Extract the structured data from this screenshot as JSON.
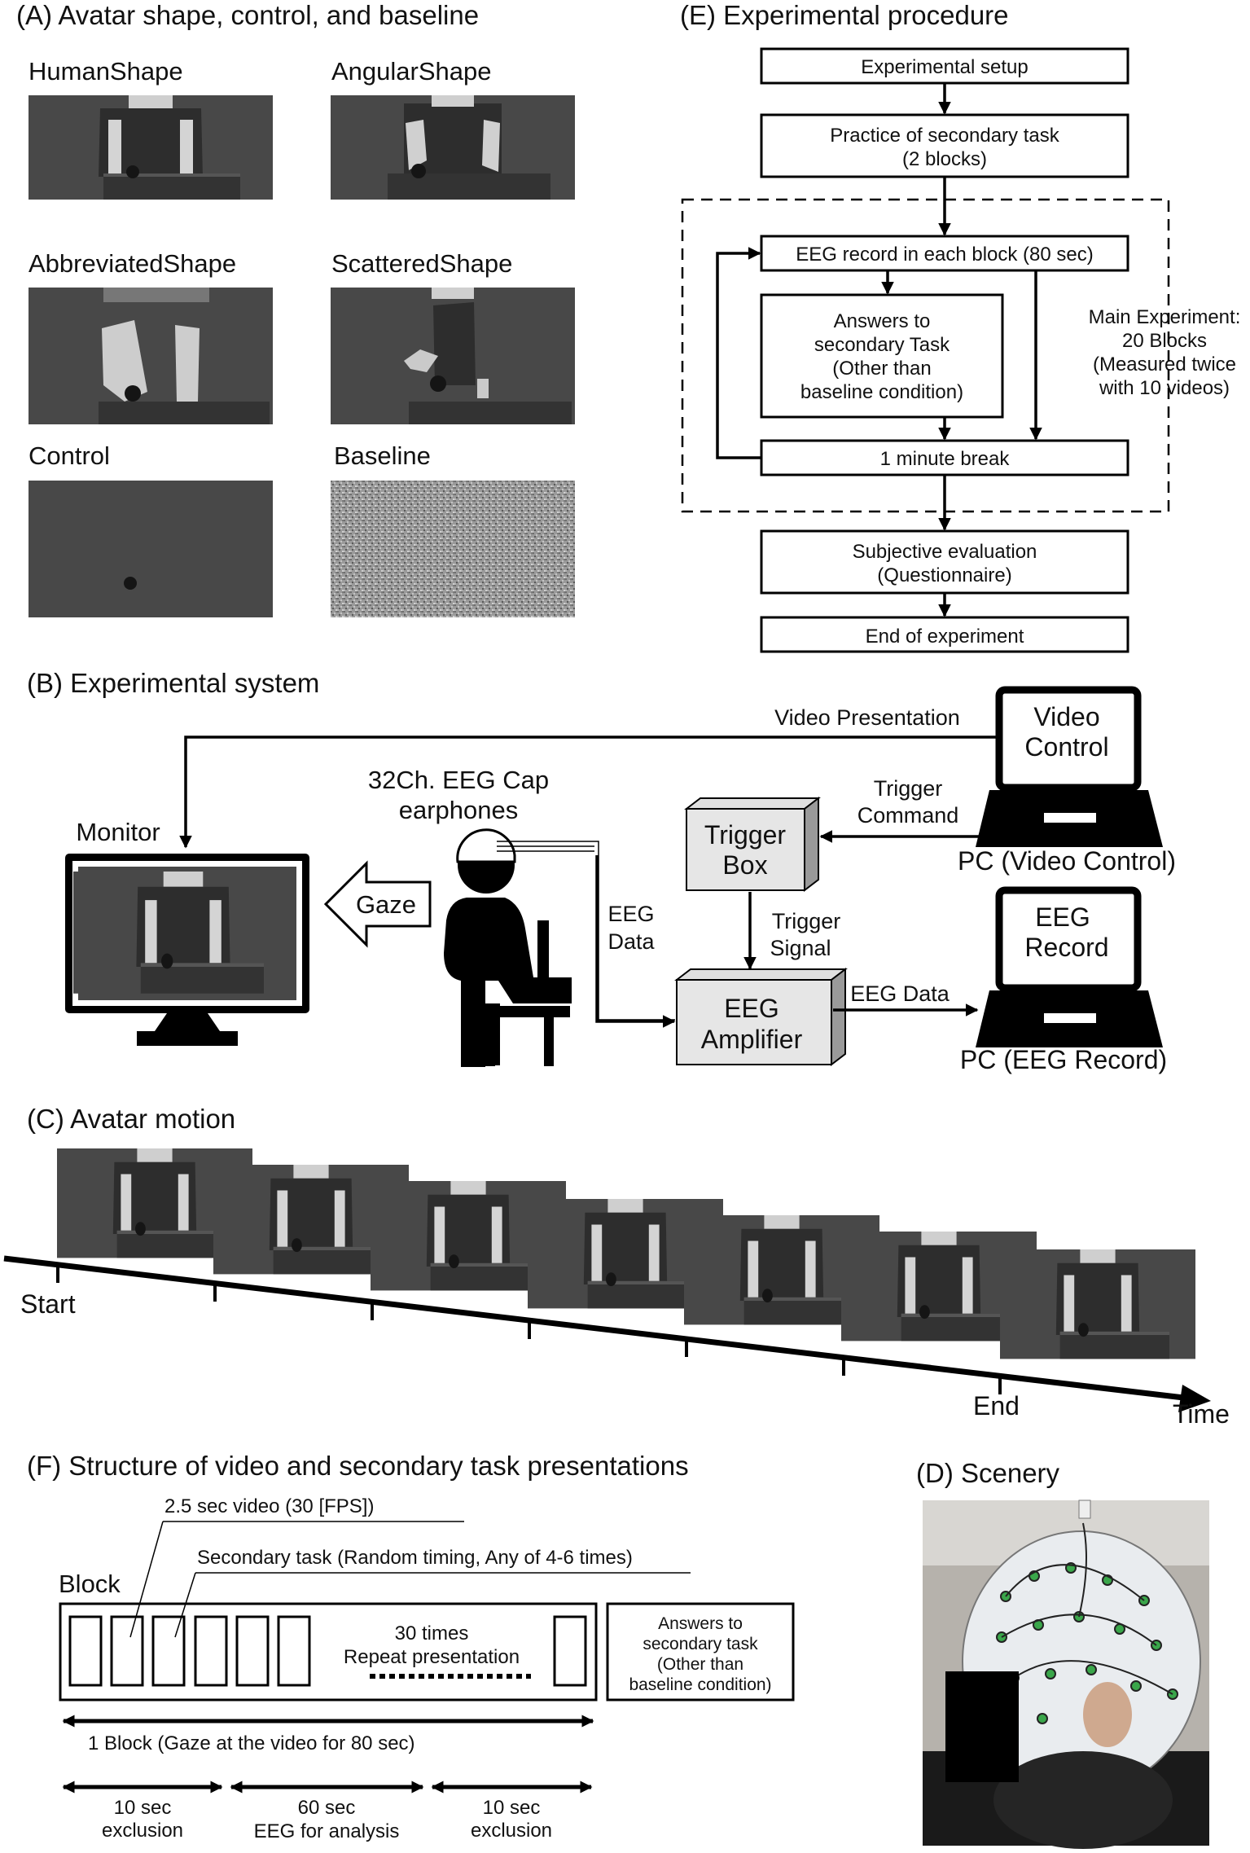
{
  "panel_a": {
    "title": "(A) Avatar shape, control, and baseline",
    "thumbs": [
      {
        "label": "HumanShape"
      },
      {
        "label": "AngularShape"
      },
      {
        "label": "AbbreviatedShape"
      },
      {
        "label": "ScatteredShape"
      },
      {
        "label": "Control"
      },
      {
        "label": "Baseline"
      }
    ]
  },
  "panel_e": {
    "title": "(E) Experimental procedure",
    "setup": "Experimental setup",
    "practice": [
      "Practice of secondary task",
      "(2 blocks)"
    ],
    "eeg_record": "EEG record in each block (80 sec)",
    "answers": [
      "Answers to",
      "secondary Task",
      "(Other than",
      "baseline condition)"
    ],
    "break": "1 minute break",
    "main_label": [
      "Main Experiment:",
      "20 Blocks",
      "(Measured twice",
      "with 10 videos)"
    ],
    "subjective": [
      "Subjective evaluation",
      "(Questionnaire)"
    ],
    "end": "End of experiment"
  },
  "panel_b": {
    "title": "(B) Experimental system",
    "video_presentation": "Video Presentation",
    "video_control_screen": [
      "Video",
      "Control"
    ],
    "pc_video_control": "PC (Video Control)",
    "eeg_cap": [
      "32Ch. EEG Cap",
      "earphones"
    ],
    "monitor": "Monitor",
    "gaze": "Gaze",
    "trigger_command": [
      "Trigger",
      "Command"
    ],
    "trigger_box": [
      "Trigger",
      "Box"
    ],
    "trigger_signal": [
      "Trigger",
      "Signal"
    ],
    "eeg_data_vertical": [
      "EEG",
      "Data"
    ],
    "eeg_amplifier": [
      "EEG",
      "Amplifier"
    ],
    "eeg_data": "EEG Data",
    "eeg_record_screen": [
      "EEG",
      "Record"
    ],
    "pc_eeg_record": "PC (EEG Record)"
  },
  "panel_c": {
    "title": "(C) Avatar motion",
    "start": "Start",
    "end": "End",
    "time": "Time"
  },
  "panel_f": {
    "title": "(F) Structure of video and secondary task presentations",
    "video_note": "2.5 sec video (30 [FPS])",
    "task_note": "Secondary task (Random timing, Any of 4-6 times)",
    "block": "Block",
    "repeat": [
      "30 times",
      "Repeat presentation"
    ],
    "answers": [
      "Answers to",
      "secondary task",
      "(Other than",
      "baseline condition)"
    ],
    "one_block": "1 Block (Gaze at the video for 80 sec)",
    "seg1": [
      "10 sec",
      "exclusion"
    ],
    "seg2": [
      "60 sec",
      "EEG for analysis"
    ],
    "seg3": [
      "10 sec",
      "exclusion"
    ]
  },
  "panel_d": {
    "title": "(D) Scenery"
  }
}
